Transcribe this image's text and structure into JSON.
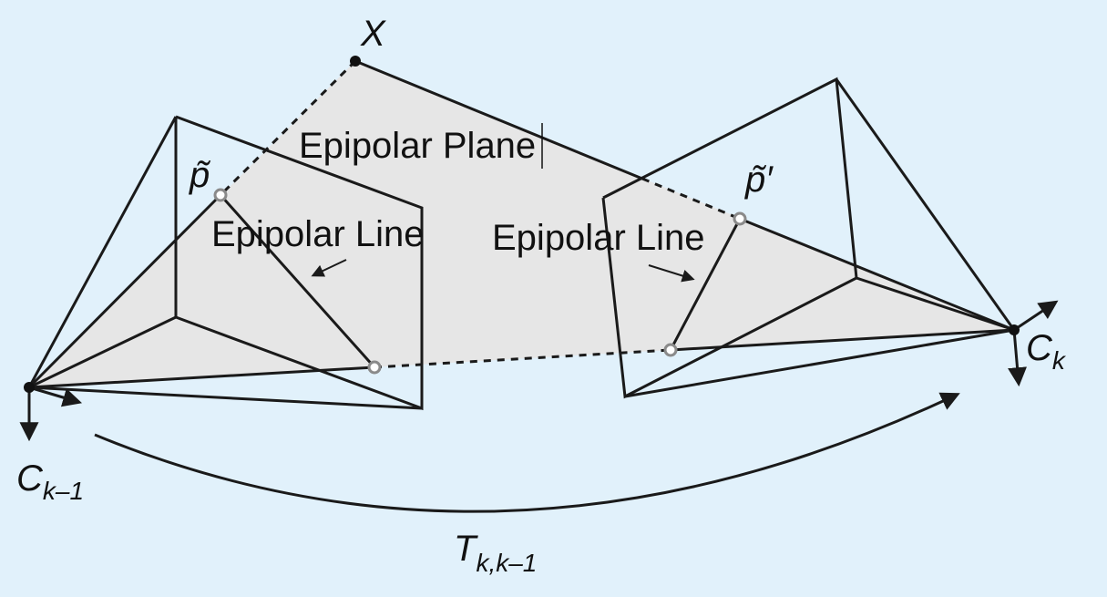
{
  "diagram": {
    "labels": {
      "point_x": "X",
      "plane": "Epipolar Plane",
      "epipolar_line_left": "Epipolar Line",
      "epipolar_line_right": "Epipolar Line",
      "p_left": "p̃",
      "p_right": "p̃′",
      "camera_prev": {
        "base": "C",
        "sub": "k–1"
      },
      "camera_curr": {
        "base": "C",
        "sub": "k"
      },
      "transform": {
        "base": "T",
        "sub": "k,k–1"
      }
    },
    "colors": {
      "background": "#e1f1fb",
      "plane_fill": "#e6e6e6",
      "line": "#1a1a1a",
      "marker_stroke": "#8a8a8a"
    }
  }
}
